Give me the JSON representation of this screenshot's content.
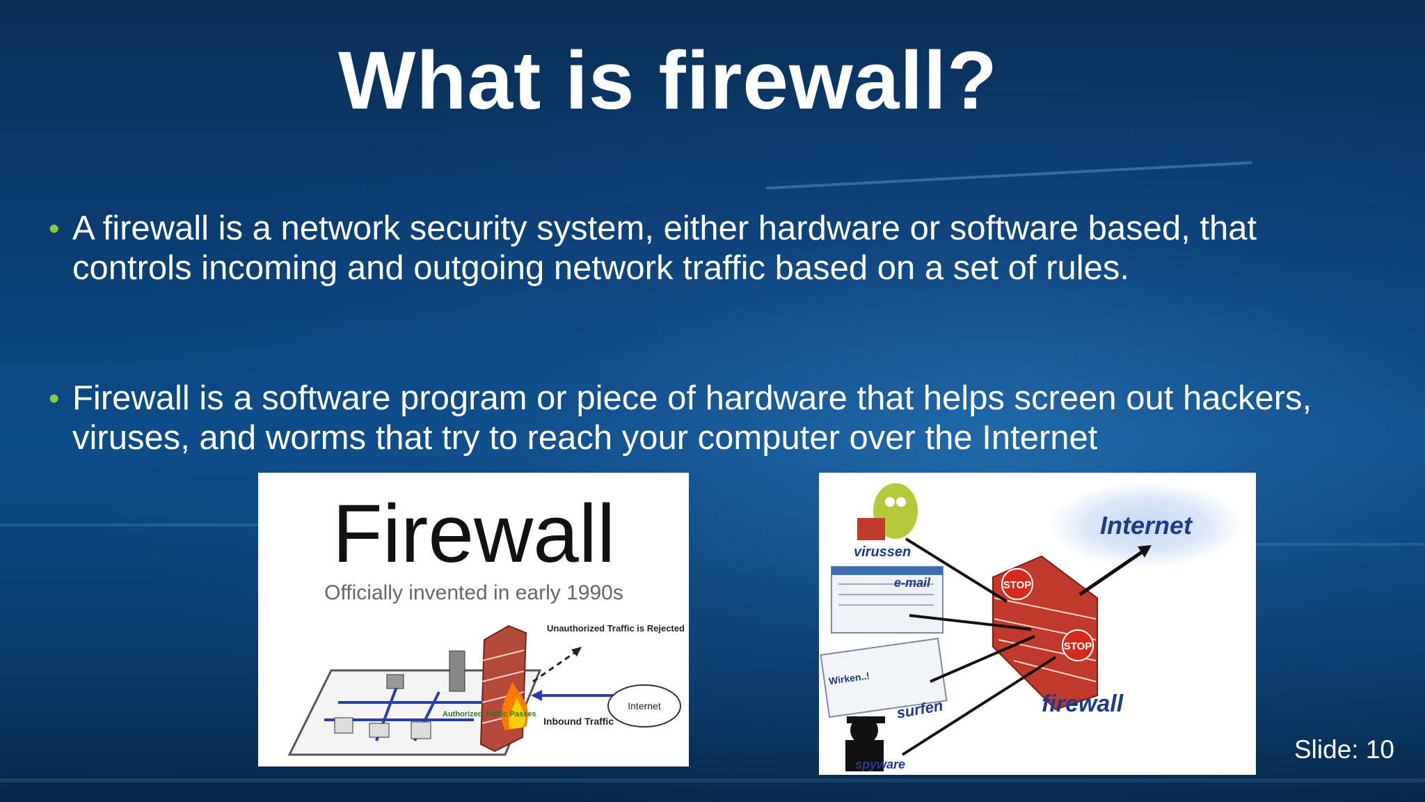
{
  "slide": {
    "title": "What is firewall?",
    "bullets": [
      "A firewall is a network security system, either hardware or software based, that controls incoming and outgoing network traffic based on a set of rules.",
      "Firewall is a software program or piece of hardware that helps screen out hackers, viruses, and worms that try to reach your computer over the Internet"
    ],
    "slide_number": "Slide: 10"
  },
  "left_image": {
    "heading": "Firewall",
    "subheading": "Officially invented in early 1990s",
    "label_unauthorized": "Unauthorized Traffic is Rejected",
    "label_internet": "Internet",
    "label_inbound": "Inbound Traffic",
    "label_authorized": "Authorized Traffic Passes"
  },
  "right_image": {
    "label_internet": "Internet",
    "label_virussen": "virussen",
    "label_email": "e-mail",
    "label_stop": "STOP",
    "label_wirken": "Wirken..!",
    "label_surfen": "surfen",
    "label_firewall": "firewall",
    "label_spyware": "spyware"
  },
  "colors": {
    "bullet_dot": "#8dc63f",
    "brick": "#c0392b",
    "internet_text": "#1f3a8a"
  }
}
